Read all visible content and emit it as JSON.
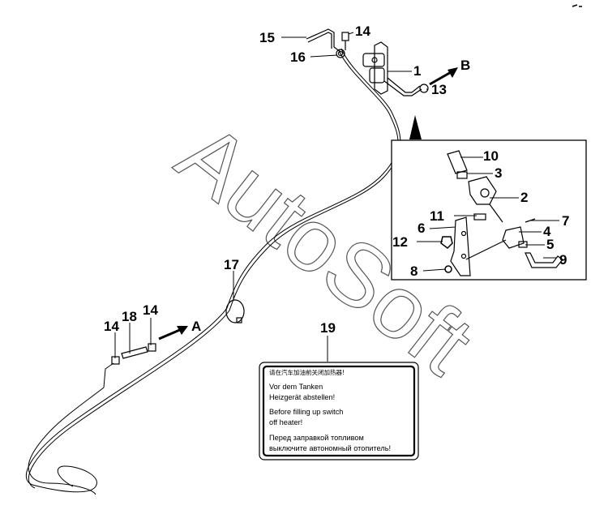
{
  "watermark": "AutoSoft",
  "callouts": {
    "n1": "1",
    "n2": "2",
    "n3": "3",
    "n4": "4",
    "n5": "5",
    "n6": "6",
    "n7": "7",
    "n8": "8",
    "n9": "9",
    "n10": "10",
    "n11": "11",
    "n12": "12",
    "n13": "13",
    "n14a": "14",
    "n14b": "14",
    "n14c": "14",
    "n15": "15",
    "n16": "16",
    "n17": "17",
    "n18": "18",
    "n19": "19",
    "arrowA": "A",
    "arrowB": "B"
  },
  "warning_label": {
    "line_cn": "请在汽车加油前关闭加热器!",
    "de_1": "Vor dem Tanken",
    "de_2": "Heizgerät abstellen!",
    "en_1": "Before filling up switch",
    "en_2": "off heater!",
    "ru_1": "Перед заправкой топливом",
    "ru_2": "выключите автономный отопитель!"
  }
}
